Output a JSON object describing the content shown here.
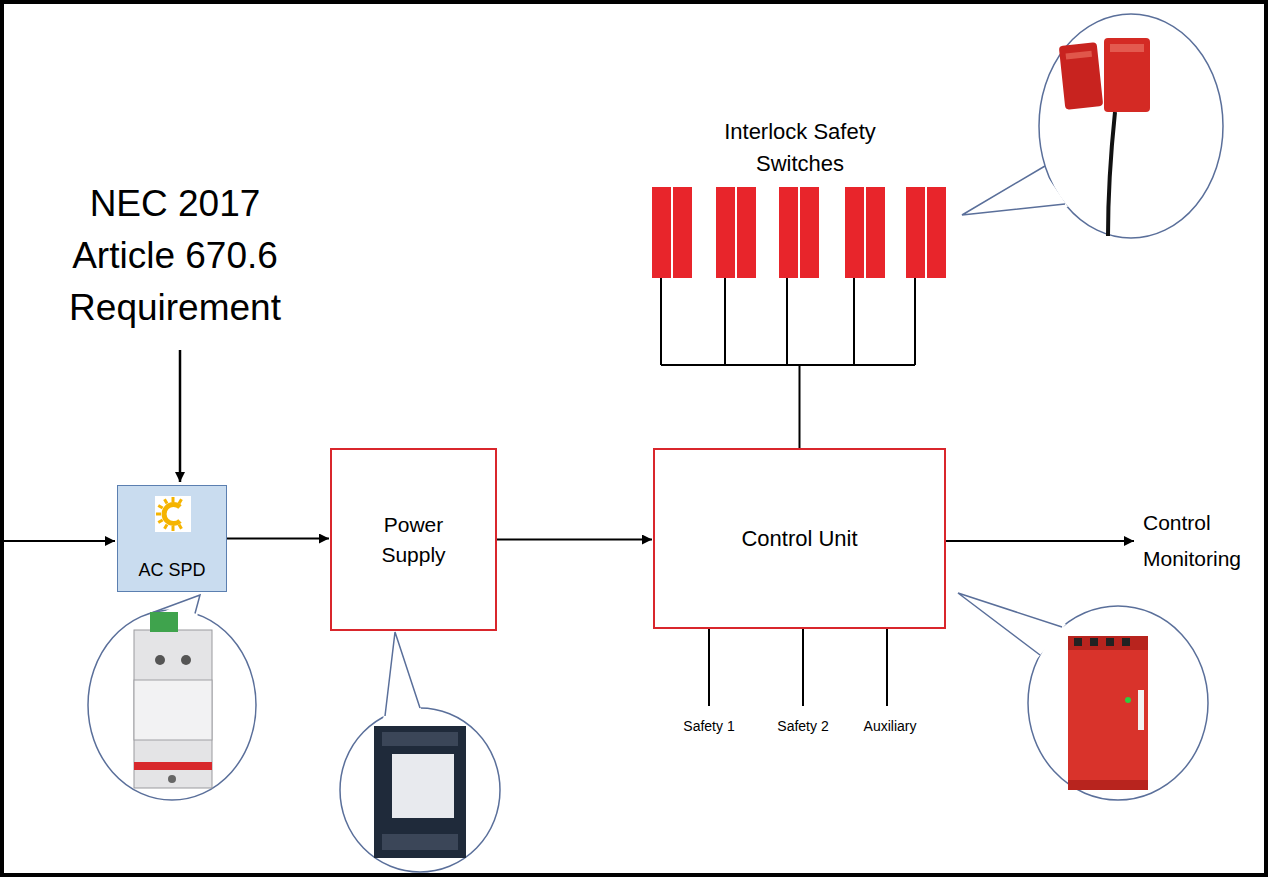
{
  "diagram": {
    "nodes": [
      {
        "text": [
          "AC SPD"
        ]
      },
      {
        "text": [
          "Power Supply"
        ]
      },
      {
        "text": [
          "Control Unit"
        ]
      },
      {
        "text": [
          "Interlock Safety Switches"
        ]
      }
    ],
    "edges": [
      {
        "from": 0,
        "to": 1,
        "arrow": "to"
      },
      {
        "from": 1,
        "to": 2,
        "arrow": "to"
      },
      {
        "from": 3,
        "to": 2,
        "arrow": "none"
      }
    ],
    "labels": [
      "NEC 2017 Article 670.6 Requirement",
      "Control Monitoring",
      "Safety 1",
      "Safety 2",
      "Auxiliary"
    ]
  }
}
